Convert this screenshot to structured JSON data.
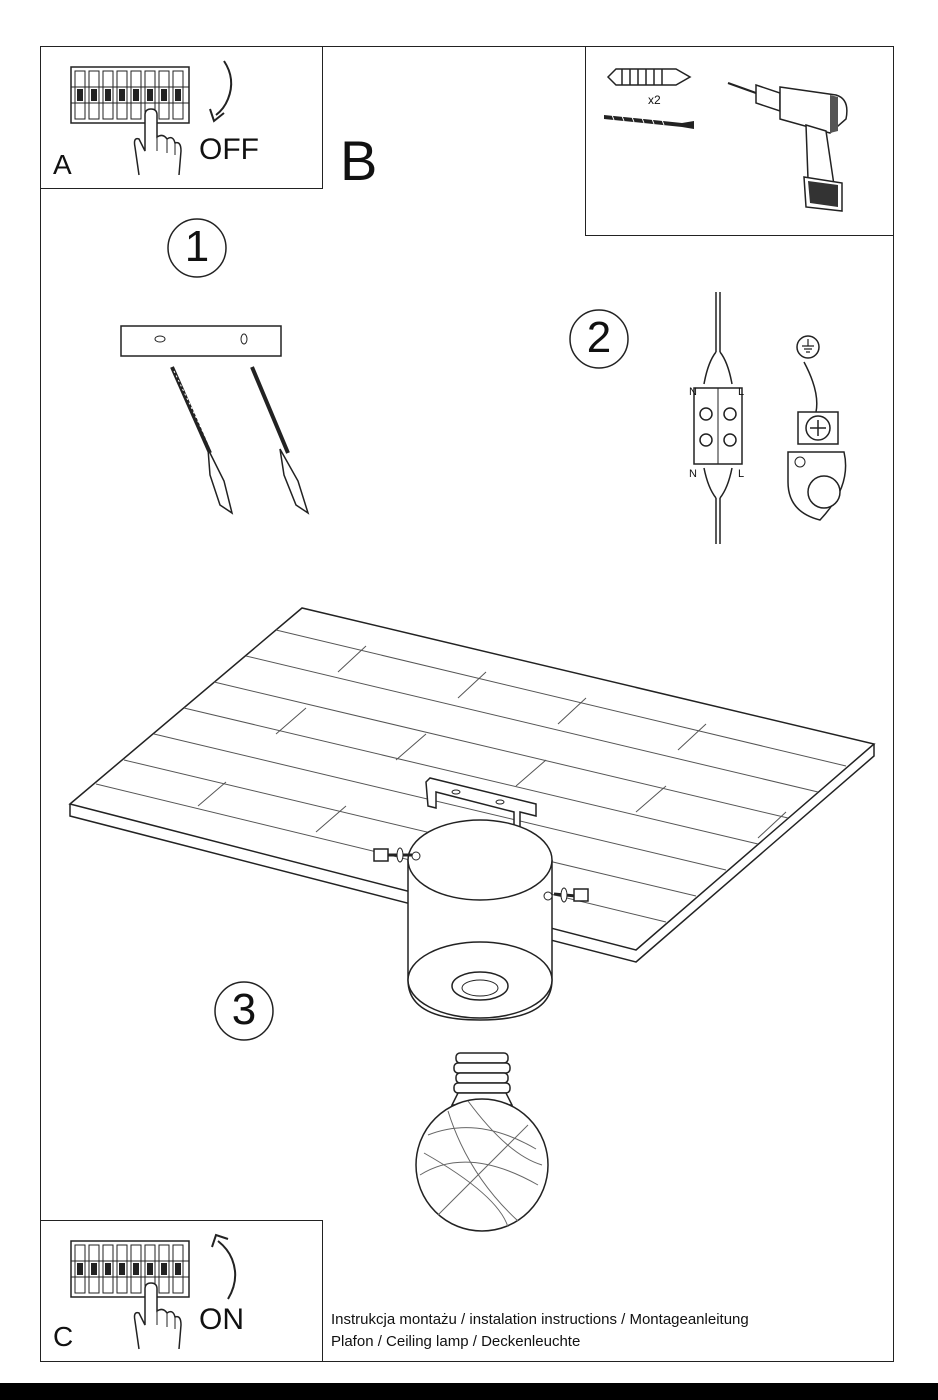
{
  "panel_a": {
    "letter": "A",
    "switch_label": "OFF"
  },
  "panel_b": {
    "letter": "B"
  },
  "panel_c": {
    "letter": "C",
    "switch_label": "ON"
  },
  "tools": {
    "quantity": "x2",
    "icons": [
      "wall-plug-icon",
      "screw-icon",
      "drill-icon"
    ]
  },
  "steps": {
    "step1": "1",
    "step2": "2",
    "step3": "3"
  },
  "wiring": {
    "neutral_top": "N",
    "live_top": "L",
    "neutral_bottom": "N",
    "live_bottom": "L",
    "icons": [
      "terminal-block-icon",
      "ground-symbol-icon",
      "ground-terminal-icon"
    ]
  },
  "footer": {
    "line1": "Instrukcja montażu / instalation instructions / Montageanleitung",
    "line2": "Plafon / Ceiling lamp / Deckenleuchte"
  }
}
